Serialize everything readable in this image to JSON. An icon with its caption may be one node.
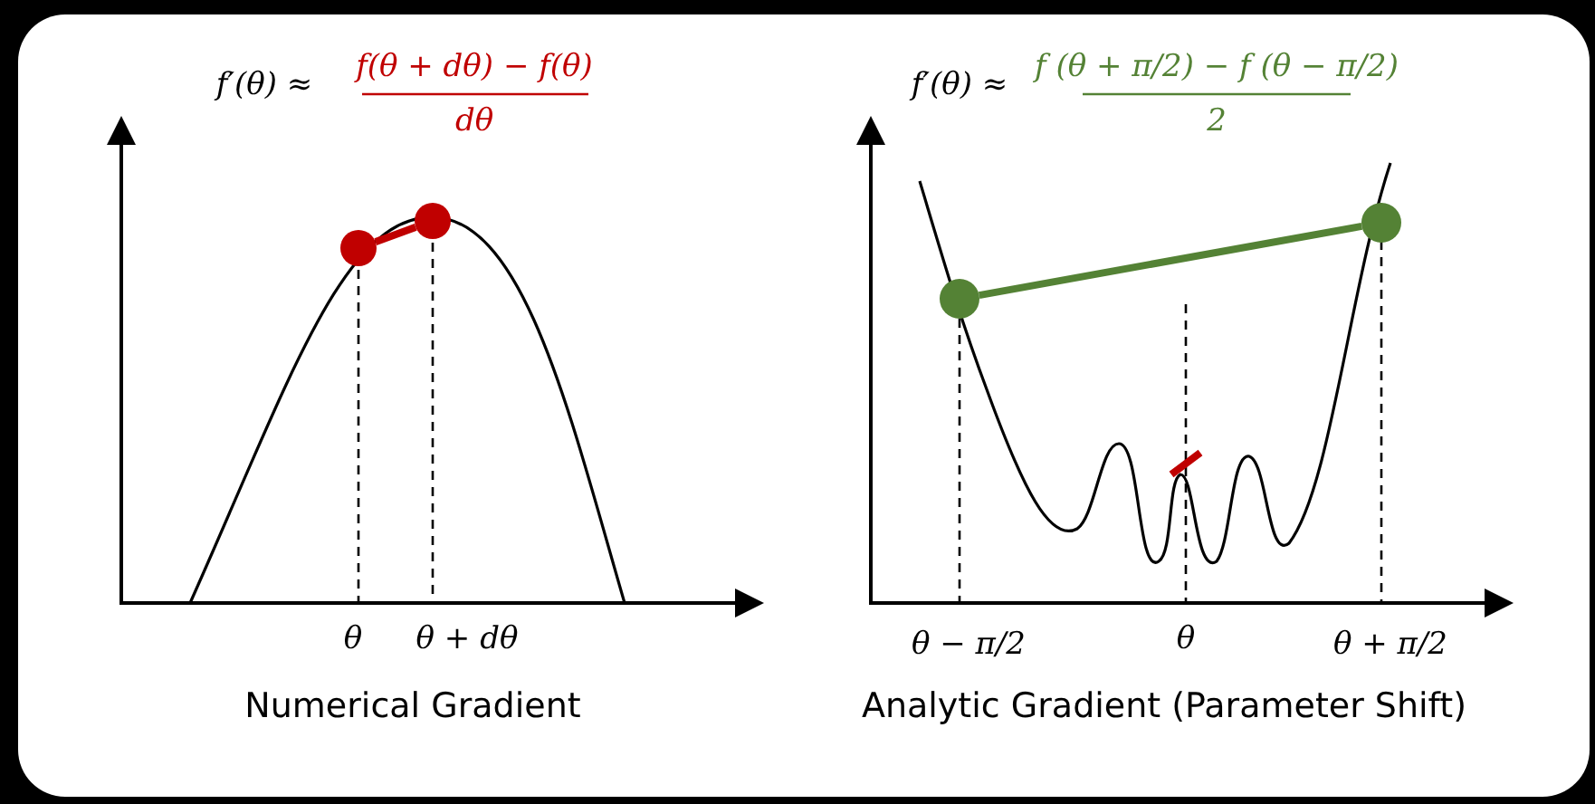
{
  "diagram": {
    "nodes": [
      {
        "text": [],
        "shape": "circle"
      },
      {
        "text": [],
        "shape": "circle"
      },
      {
        "text": [],
        "shape": "circle"
      },
      {
        "text": [],
        "shape": "circle"
      }
    ],
    "edges": [
      {
        "from": 0,
        "to": 1,
        "arrow": "none",
        "color": "#c00000"
      },
      {
        "from": 2,
        "to": 3,
        "arrow": "none",
        "color": "#548235"
      }
    ],
    "labels": [
      "f′(θ) ≈",
      "f(θ + dθ) − f(θ)",
      "dθ",
      "f′(θ) ≈",
      "f (θ + π/2) − f (θ − π/2)",
      "2",
      "θ",
      "θ + dθ",
      "θ − π/2",
      "θ",
      "θ + π/2",
      "Numerical Gradient",
      "Analytic Gradient (Parameter Shift)"
    ]
  }
}
